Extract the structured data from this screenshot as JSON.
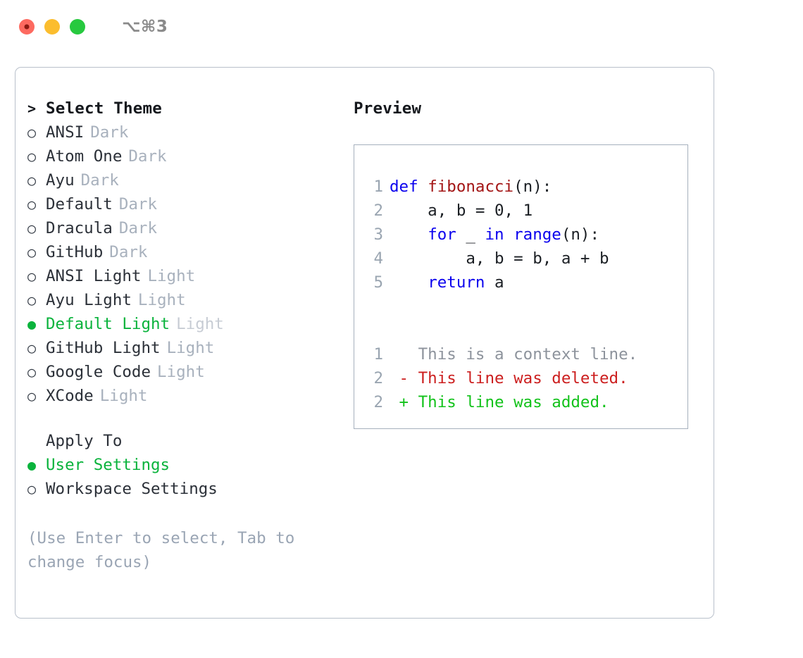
{
  "titlebar": {
    "shortcut": "⌥⌘3",
    "buttons": [
      {
        "name": "close",
        "color": "#fd6a60"
      },
      {
        "name": "minimize",
        "color": "#fbbd2e"
      },
      {
        "name": "maximize",
        "color": "#27c93f"
      }
    ]
  },
  "theme_picker": {
    "heading_marker": ">",
    "heading": "Select Theme",
    "items": [
      {
        "marker": "○",
        "label": "ANSI",
        "variant": "Dark",
        "selected": false
      },
      {
        "marker": "○",
        "label": "Atom One",
        "variant": "Dark",
        "selected": false
      },
      {
        "marker": "○",
        "label": "Ayu",
        "variant": "Dark",
        "selected": false
      },
      {
        "marker": "○",
        "label": "Default",
        "variant": "Dark",
        "selected": false
      },
      {
        "marker": "○",
        "label": "Dracula",
        "variant": "Dark",
        "selected": false
      },
      {
        "marker": "○",
        "label": "GitHub",
        "variant": "Dark",
        "selected": false
      },
      {
        "marker": "○",
        "label": "ANSI Light",
        "variant": "Light",
        "selected": false
      },
      {
        "marker": "○",
        "label": "Ayu Light",
        "variant": "Light",
        "selected": false
      },
      {
        "marker": "●",
        "label": "Default Light",
        "variant": "Light",
        "selected": true
      },
      {
        "marker": "○",
        "label": "GitHub Light",
        "variant": "Light",
        "selected": false
      },
      {
        "marker": "○",
        "label": "Google Code",
        "variant": "Light",
        "selected": false
      },
      {
        "marker": "○",
        "label": "XCode",
        "variant": "Light",
        "selected": false
      }
    ]
  },
  "apply_to": {
    "title": "Apply To",
    "options": [
      {
        "marker": "●",
        "label": "User Settings",
        "selected": true
      },
      {
        "marker": "○",
        "label": "Workspace Settings",
        "selected": false
      }
    ]
  },
  "hint": "(Use Enter to select, Tab to change focus)",
  "preview": {
    "title": "Preview",
    "code_lines": [
      {
        "num": "1",
        "tokens": [
          {
            "t": "def ",
            "c": "kw"
          },
          {
            "t": "fibonacci",
            "c": "fn"
          },
          {
            "t": "(n):",
            "c": "plain"
          }
        ]
      },
      {
        "num": "2",
        "tokens": [
          {
            "t": "    a, b = 0, 1",
            "c": "plain"
          }
        ]
      },
      {
        "num": "3",
        "tokens": [
          {
            "t": "    ",
            "c": "plain"
          },
          {
            "t": "for",
            "c": "kw"
          },
          {
            "t": " _ ",
            "c": "plain"
          },
          {
            "t": "in",
            "c": "kw"
          },
          {
            "t": " ",
            "c": "plain"
          },
          {
            "t": "range",
            "c": "kw"
          },
          {
            "t": "(n):",
            "c": "plain"
          }
        ]
      },
      {
        "num": "4",
        "tokens": [
          {
            "t": "        a, b = b, a + b",
            "c": "plain"
          }
        ]
      },
      {
        "num": "5",
        "tokens": [
          {
            "t": "    ",
            "c": "plain"
          },
          {
            "t": "return",
            "c": "kw"
          },
          {
            "t": " a",
            "c": "plain"
          }
        ]
      }
    ],
    "diff_lines": [
      {
        "num": "1",
        "tokens": [
          {
            "t": "   This is a context line.",
            "c": "ctx"
          }
        ]
      },
      {
        "num": "2",
        "tokens": [
          {
            "t": " - This line was deleted.",
            "c": "del"
          }
        ]
      },
      {
        "num": "2",
        "tokens": [
          {
            "t": " + This line was added.",
            "c": "add"
          }
        ]
      }
    ]
  },
  "colors": {
    "accent_green": "#0ab33c",
    "added_green": "#12c21a",
    "deleted_red": "#cc1f1f",
    "keyword_blue": "#0a00ee",
    "function_red": "#a31515",
    "muted_gray": "#a8b1bd",
    "border_gray": "#b9c0cb"
  }
}
